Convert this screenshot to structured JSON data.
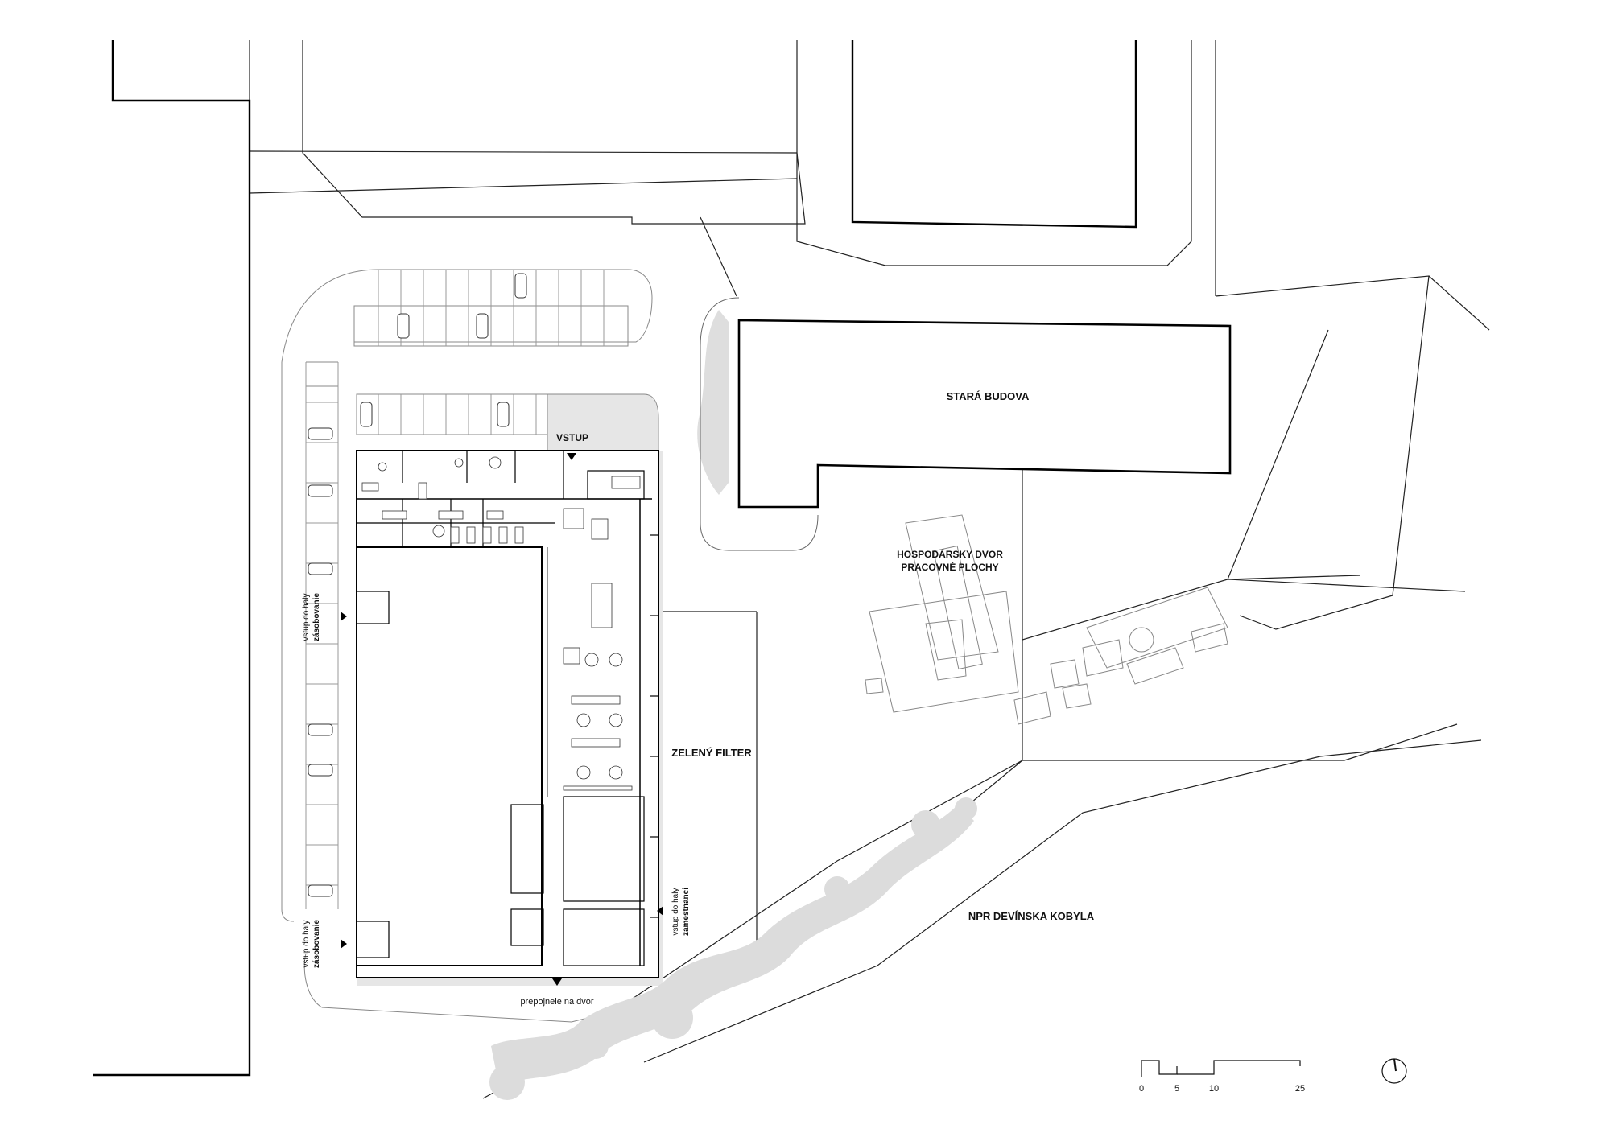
{
  "labels": {
    "entrance": "VSTUP",
    "old_building": "STARÁ BUDOVA",
    "courtyard_line1": "HOSPODÁRSKY DVOR",
    "courtyard_line2": "PRACOVNÉ PLOCHY",
    "green_filter": "ZELENÝ FILTER",
    "nature_reserve": "NPR DEVÍNSKA KOBYLA",
    "supply_entry_upper_line1": "vstup do haly",
    "supply_entry_upper_line2": "zásobovanie",
    "supply_entry_lower_line1": "vstup do haly",
    "supply_entry_lower_line2": "zásobovanie",
    "staff_entry_line1": "vstup do haly",
    "staff_entry_line2": "zamestnanci",
    "courtyard_link": "prepojneie na dvor"
  },
  "scale_bar": {
    "ticks": [
      "0",
      "5",
      "10",
      "25"
    ]
  },
  "colors": {
    "line": "#111111",
    "thin": "#666666",
    "light": "#9a9a9a",
    "fill_grey": "#e6e6e6",
    "tree": "#dcdcdc"
  },
  "icons": {
    "north_arrow": "north-arrow-icon",
    "entry_marker": "triangle-marker-icon"
  }
}
